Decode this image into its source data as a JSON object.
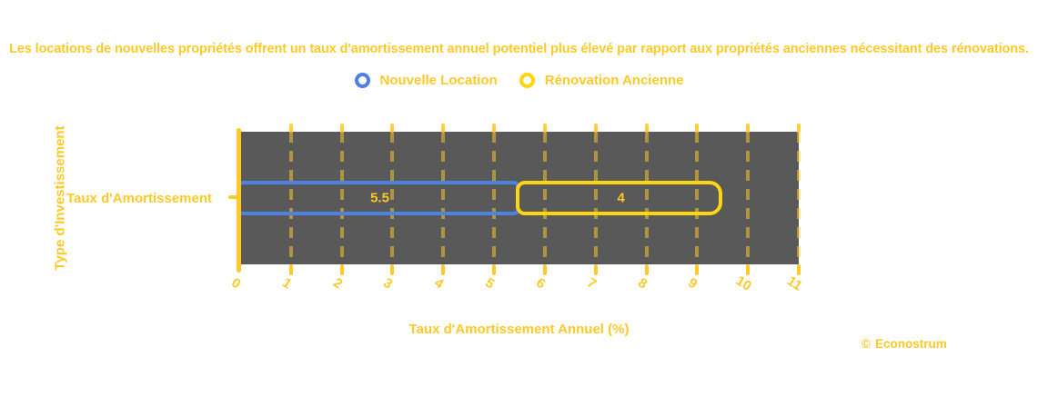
{
  "title": "Les locations de nouvelles propriétés offrent un taux d'amortissement annuel potentiel plus élevé par rapport aux propriétés anciennes nécessitant des rénovations.",
  "legend": [
    {
      "label": "Nouvelle Location",
      "color": "#4E82E0"
    },
    {
      "label": "Rénovation Ancienne",
      "color": "#FFD60F"
    }
  ],
  "chart_data": {
    "type": "bar",
    "orientation": "horizontal",
    "stacked": true,
    "categories": [
      "Taux d'Amortissement"
    ],
    "series": [
      {
        "name": "Nouvelle Location",
        "values": [
          5.5
        ],
        "color": "#4E82E0"
      },
      {
        "name": "Rénovation Ancienne",
        "values": [
          4
        ],
        "color": "#FFD60F"
      }
    ],
    "bar_value_labels": [
      "5.5",
      "4"
    ],
    "xlabel": "Taux d'Amortissement Annuel (%)",
    "ylabel": "Type d'Investissement",
    "xlim": [
      0,
      11
    ],
    "xticks": [
      0,
      1,
      2,
      3,
      4,
      5,
      6,
      7,
      8,
      9,
      10,
      11
    ],
    "grid": true,
    "grid_style": "dashed",
    "legend_position": "top"
  },
  "footer": {
    "copyright_symbol": "©",
    "credit_name": "Econostrum"
  },
  "colors": {
    "accent_gold": "#FFC928",
    "bar_blue": "#4E82E0",
    "bar_yellow": "#FFD60F",
    "plot_background": "#595959",
    "page_background": "#FFFFFF"
  }
}
